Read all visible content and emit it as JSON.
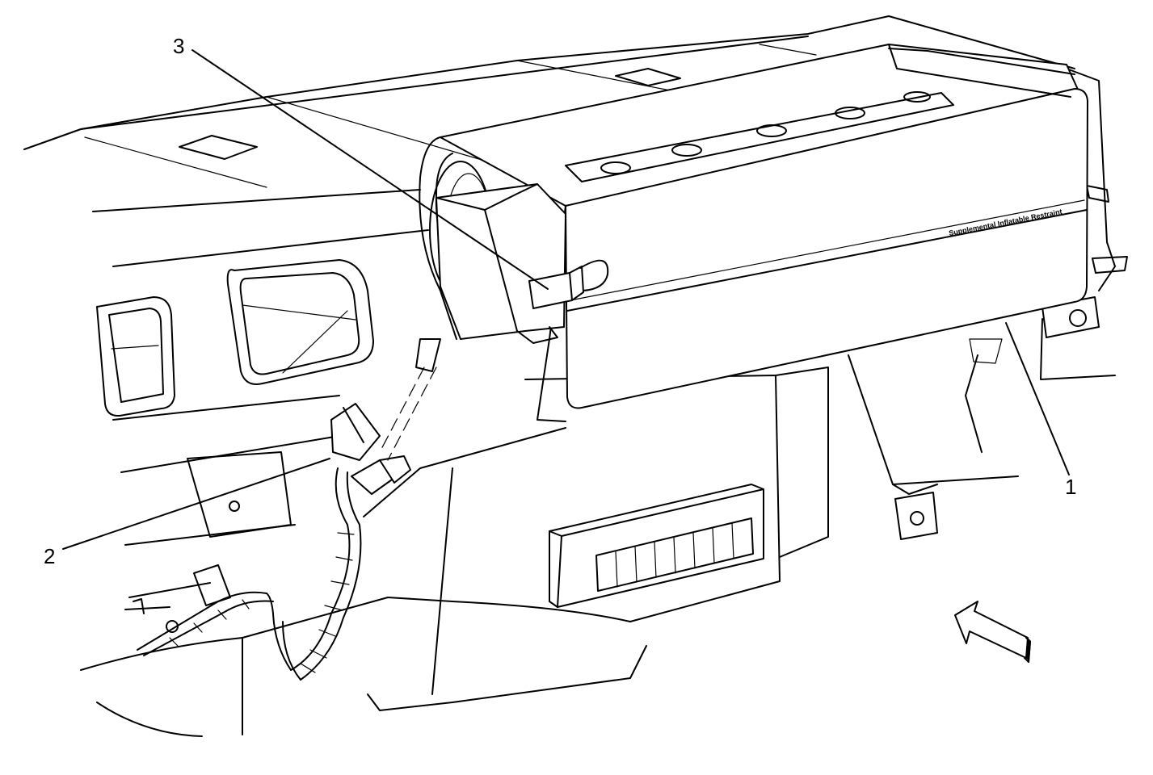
{
  "callouts": [
    {
      "id": "1",
      "label": "1"
    },
    {
      "id": "2",
      "label": "2"
    },
    {
      "id": "3",
      "label": "3"
    }
  ],
  "module_label": "Supplemental Inflatable Restraint"
}
